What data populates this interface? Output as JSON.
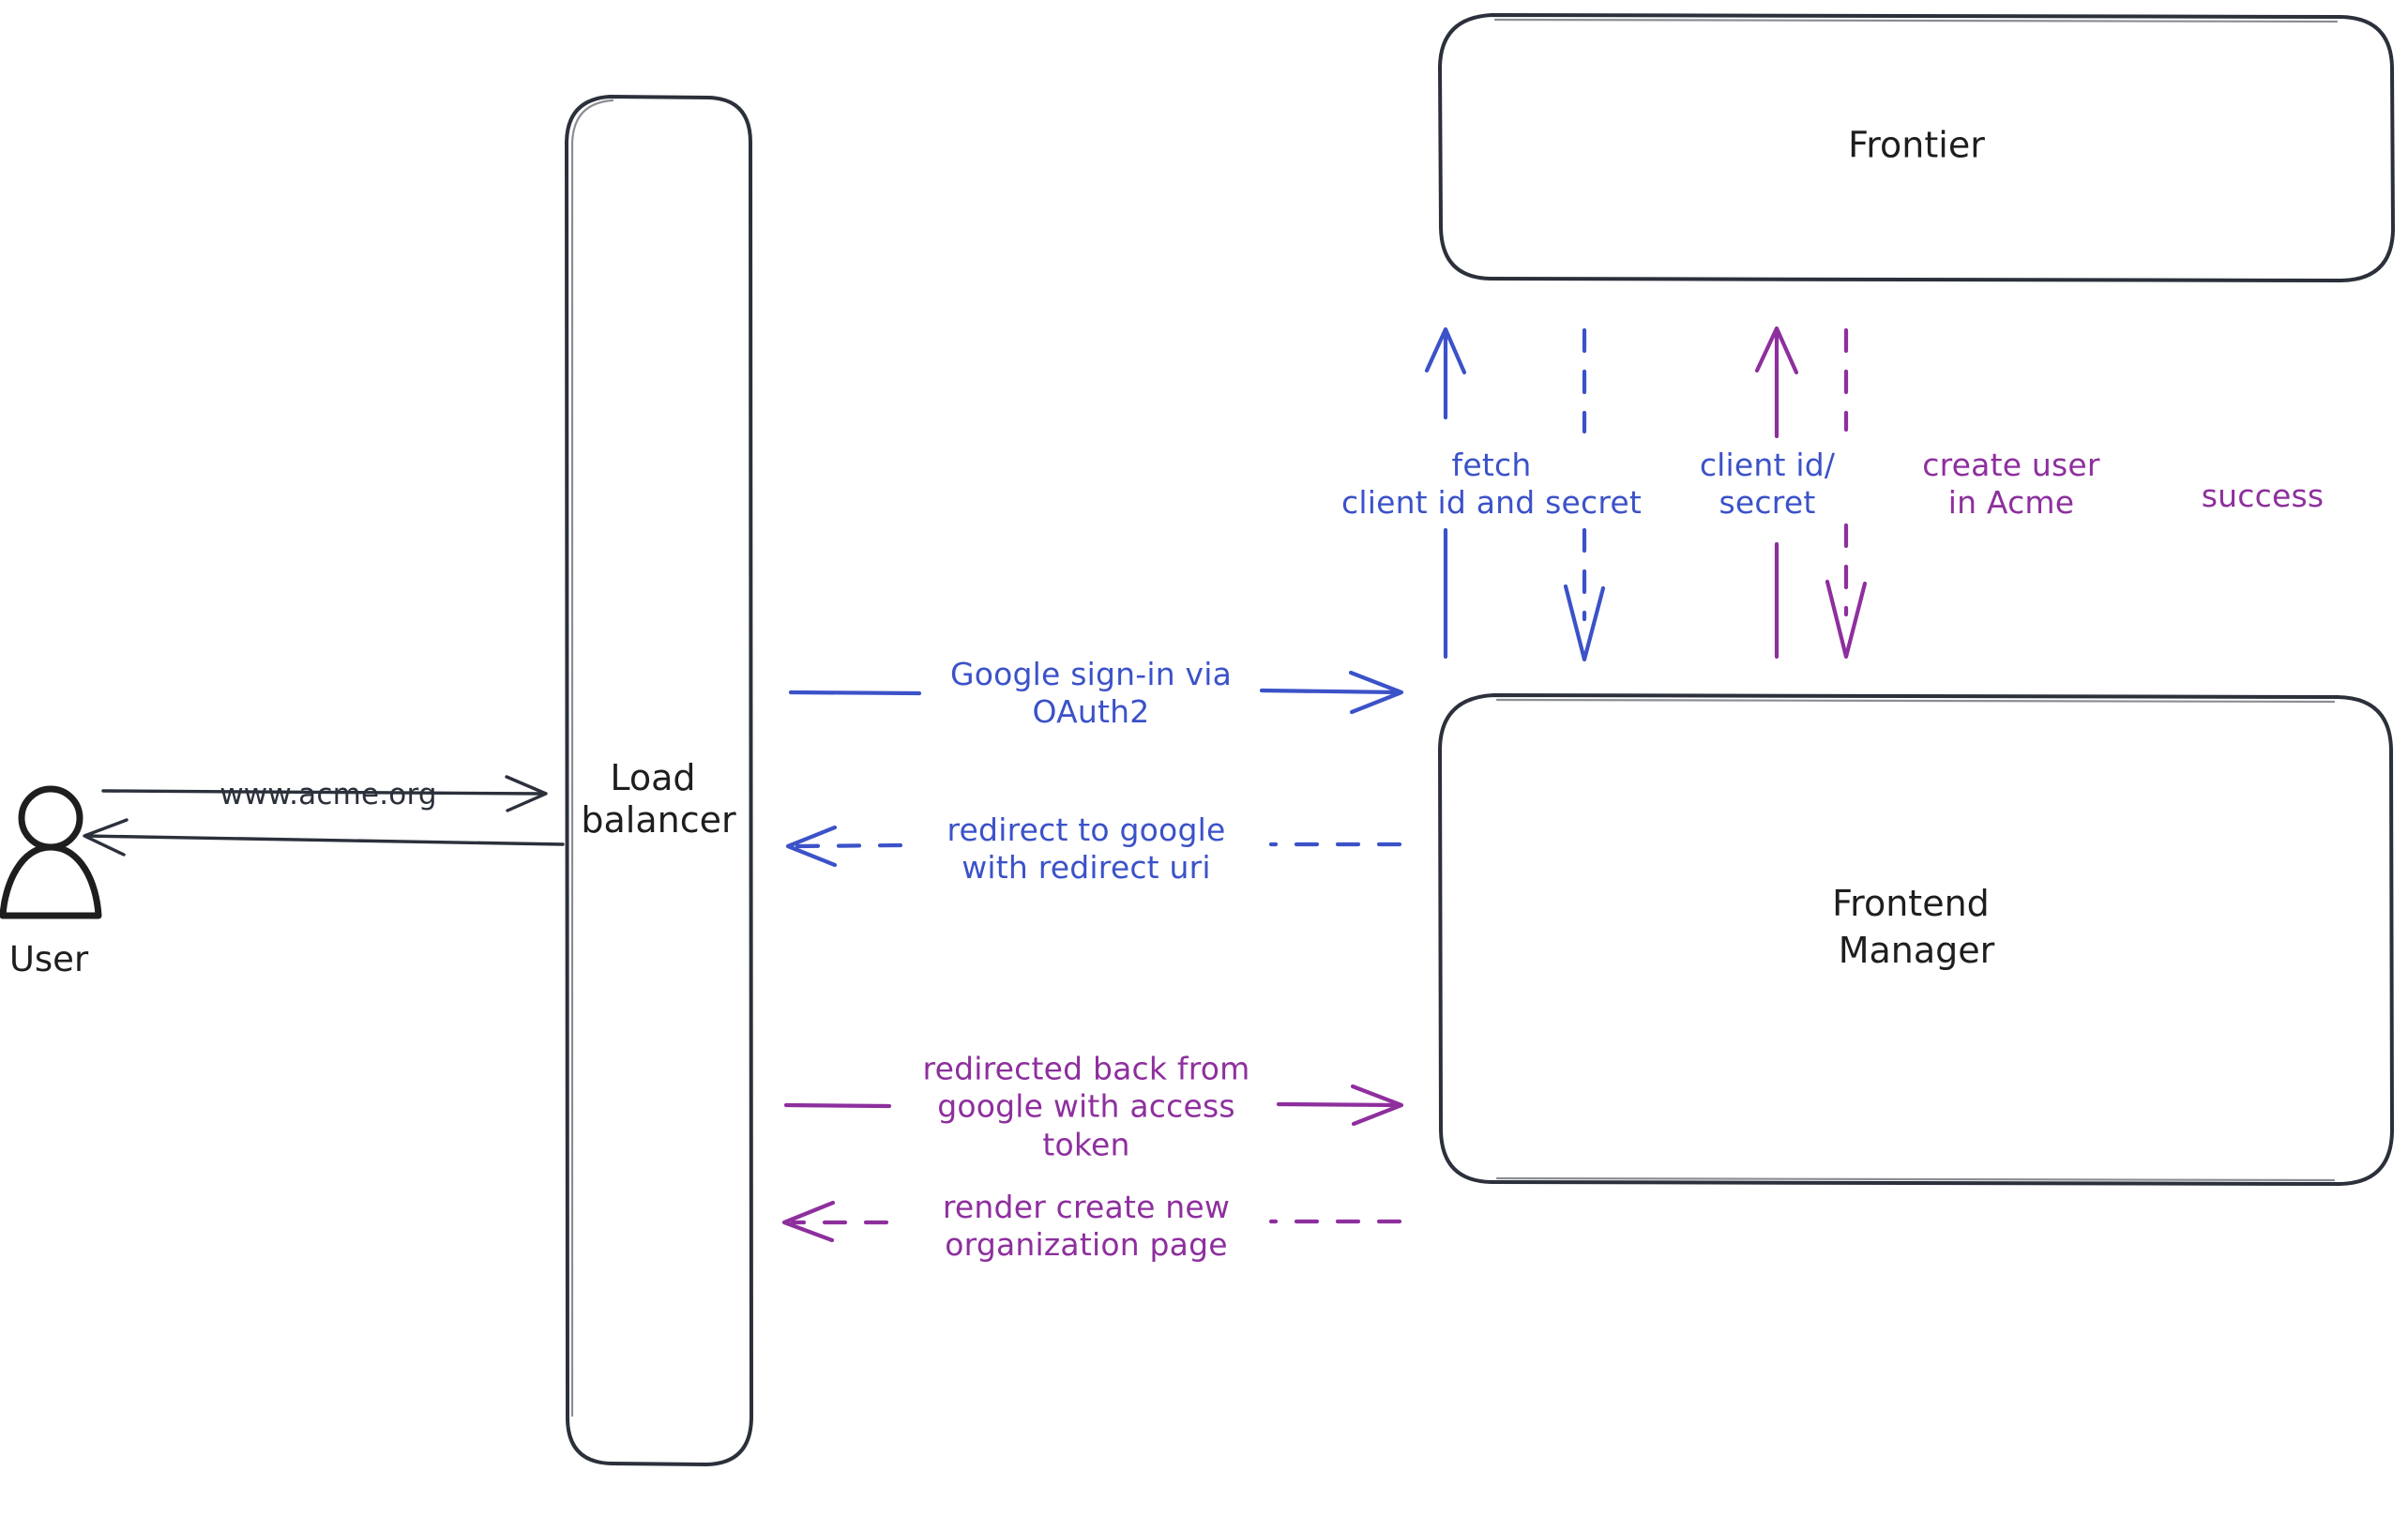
{
  "diagram": {
    "title": "Google OAuth2 sign-in flow",
    "background": "#ffffff",
    "colors": {
      "ink": "#2b303b",
      "blue": "#3b52c8",
      "purple": "#8e2f9e",
      "hatch": "#c8d2e0"
    }
  },
  "actors": {
    "user": {
      "label": "User",
      "icon": "user-person-icon"
    }
  },
  "nodes": [
    {
      "id": "load-balancer",
      "label": "Load\nbalancer"
    },
    {
      "id": "frontier",
      "label": "Frontier"
    },
    {
      "id": "frontend-manager",
      "label": "Frontend\nManager"
    }
  ],
  "edges": [
    {
      "id": "user-to-lb",
      "label": "www.acme.org",
      "color": "#2b303b",
      "style": "solid",
      "direction": "right",
      "from": "user",
      "to": "load-balancer"
    },
    {
      "id": "lb-to-user",
      "label": "",
      "color": "#2b303b",
      "style": "solid",
      "direction": "left",
      "from": "load-balancer",
      "to": "user"
    },
    {
      "id": "lb-to-fm-signin",
      "label": "Google sign-in via\nOAuth2",
      "color": "#3b52c8",
      "style": "solid",
      "direction": "right",
      "from": "load-balancer",
      "to": "frontend-manager"
    },
    {
      "id": "fm-to-lb-redirect",
      "label": "redirect to google\nwith redirect uri",
      "color": "#3b52c8",
      "style": "dashed",
      "direction": "left",
      "from": "frontend-manager",
      "to": "load-balancer"
    },
    {
      "id": "lb-to-fm-token",
      "label": "redirected back from\ngoogle with access\ntoken",
      "color": "#8e2f9e",
      "style": "solid",
      "direction": "right",
      "from": "load-balancer",
      "to": "frontend-manager"
    },
    {
      "id": "fm-to-lb-render",
      "label": "render create new\norganization page",
      "color": "#8e2f9e",
      "style": "dashed",
      "direction": "left",
      "from": "frontend-manager",
      "to": "load-balancer"
    },
    {
      "id": "fm-to-frontier-fetch",
      "label": "fetch\nclient id and secret",
      "color": "#3b52c8",
      "style": "solid",
      "direction": "up",
      "from": "frontend-manager",
      "to": "frontier"
    },
    {
      "id": "frontier-to-fm-creds",
      "label": "client id/\nsecret",
      "color": "#3b52c8",
      "style": "dashed",
      "direction": "down",
      "from": "frontier",
      "to": "frontend-manager"
    },
    {
      "id": "fm-to-frontier-create",
      "label": "create user\nin Acme",
      "color": "#8e2f9e",
      "style": "solid",
      "direction": "up",
      "from": "frontend-manager",
      "to": "frontier"
    },
    {
      "id": "frontier-to-fm-success",
      "label": "success",
      "color": "#8e2f9e",
      "style": "dashed",
      "direction": "down",
      "from": "frontier",
      "to": "frontend-manager"
    }
  ]
}
